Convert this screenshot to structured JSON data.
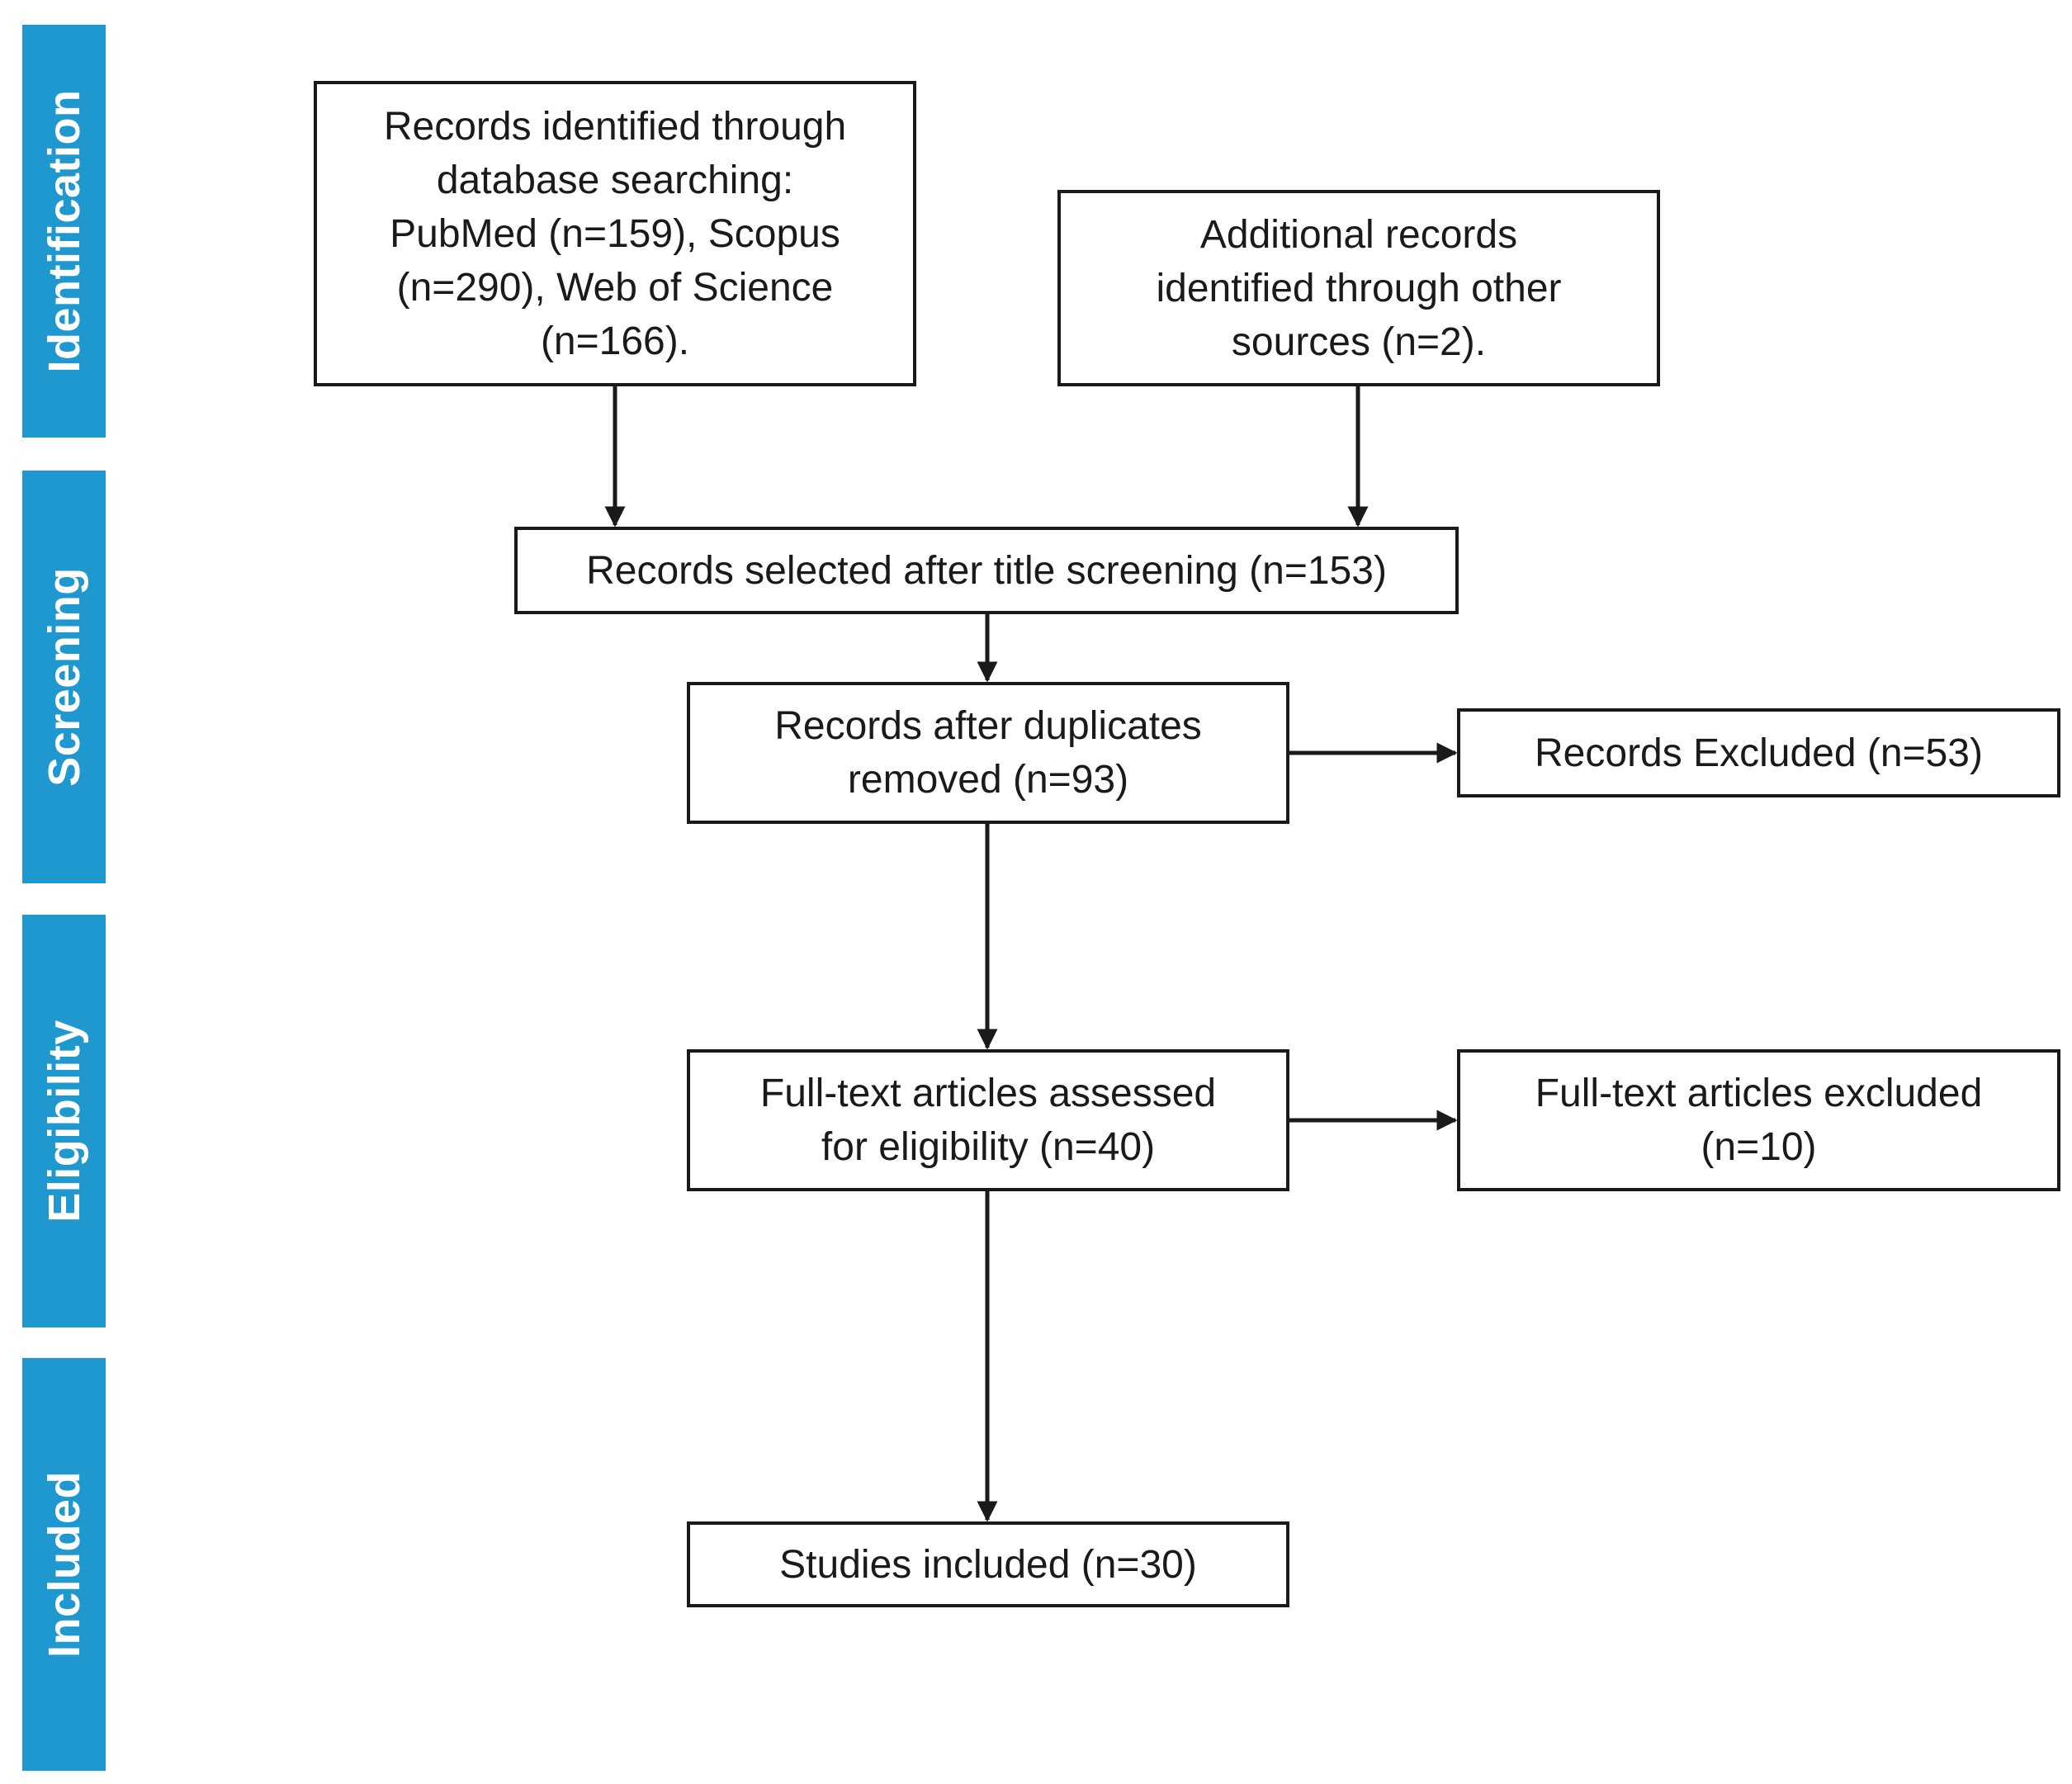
{
  "stages": [
    {
      "id": "identification",
      "label": "Identification"
    },
    {
      "id": "screening",
      "label": "Screening"
    },
    {
      "id": "eligibility",
      "label": "Eligibility"
    },
    {
      "id": "included",
      "label": "Included"
    }
  ],
  "boxes": {
    "database_records": "Records identified through\ndatabase searching:\nPubMed (n=159), Scopus\n(n=290), Web of Science\n(n=166).",
    "additional_records": "Additional records\nidentified through other\nsources (n=2).",
    "title_screening": "Records selected after title screening (n=153)",
    "duplicates_removed": "Records after duplicates\nremoved (n=93)",
    "records_excluded": "Records Excluded (n=53)",
    "fulltext_assessed": "Full-text articles assessed\nfor eligibility (n=40)",
    "fulltext_excluded": "Full-text articles excluded\n(n=10)",
    "studies_included": "Studies included (n=30)"
  },
  "colors": {
    "stage_fill": "#1f97cf",
    "stage_text": "#ffffff",
    "box_border": "#1a1a1a",
    "arrow": "#1a1a1a"
  }
}
